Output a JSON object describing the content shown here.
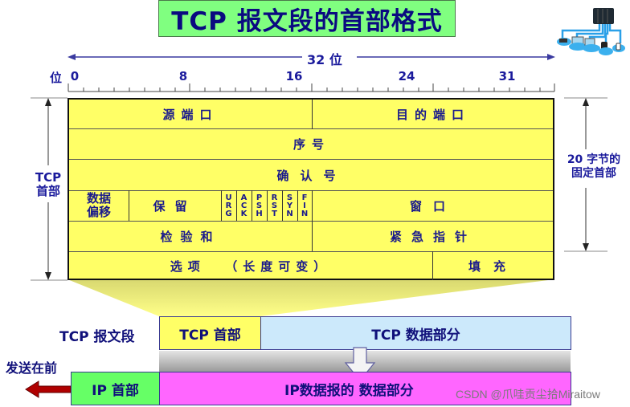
{
  "title": "TCP 报文段的首部格式",
  "icons": {
    "network": "network-topology-icon"
  },
  "ruler": {
    "span_label": "32 位",
    "unit_label": "位",
    "ticks": [
      "0",
      "8",
      "16",
      "24",
      "31"
    ]
  },
  "side_labels": {
    "left": "TCP\n首部",
    "left_line1": "TCP",
    "left_line2": "首部",
    "right_line1": "20 字节的",
    "right_line2": "固定首部"
  },
  "header_fields": {
    "row1": {
      "source_port": "源端口",
      "dest_port": "目的端口"
    },
    "row2": {
      "seq": "序号"
    },
    "row3": {
      "ack": "确认号"
    },
    "row4": {
      "data_offset_line1": "数据",
      "data_offset_line2": "偏移",
      "reserved": "保留",
      "flags": [
        {
          "name": "URG",
          "chars": [
            "U",
            "R",
            "G"
          ]
        },
        {
          "name": "ACK",
          "chars": [
            "A",
            "C",
            "K"
          ]
        },
        {
          "name": "PSH",
          "chars": [
            "P",
            "S",
            "H"
          ]
        },
        {
          "name": "RST",
          "chars": [
            "R",
            "S",
            "T"
          ]
        },
        {
          "name": "SYN",
          "chars": [
            "S",
            "Y",
            "N"
          ]
        },
        {
          "name": "FIN",
          "chars": [
            "F",
            "I",
            "N"
          ]
        }
      ],
      "window": "窗口"
    },
    "row5": {
      "checksum": "检验和",
      "urgent_pointer": "紧急指针"
    },
    "row6": {
      "options": "选项  （长度可变）",
      "padding": "填充"
    }
  },
  "segment": {
    "label": "TCP 报文段",
    "tcp_header": "TCP 首部",
    "tcp_data": "TCP 数据部分"
  },
  "ip": {
    "send_first": "发送在前",
    "ip_header": "IP 首部",
    "ip_data": "IP数据报的 数据部分"
  },
  "watermark": {
    "text": "CSDN @爪哇贡尘拾Miraitow"
  },
  "colors": {
    "title_bg": "#80ff80",
    "header_bg": "#ffff66",
    "tcp_data_bg": "#cce9fb",
    "ip_header_bg": "#66ff66",
    "ip_data_bg": "#ff66ff",
    "text": "#1a1a8c",
    "arrow_red": "#b00000"
  }
}
